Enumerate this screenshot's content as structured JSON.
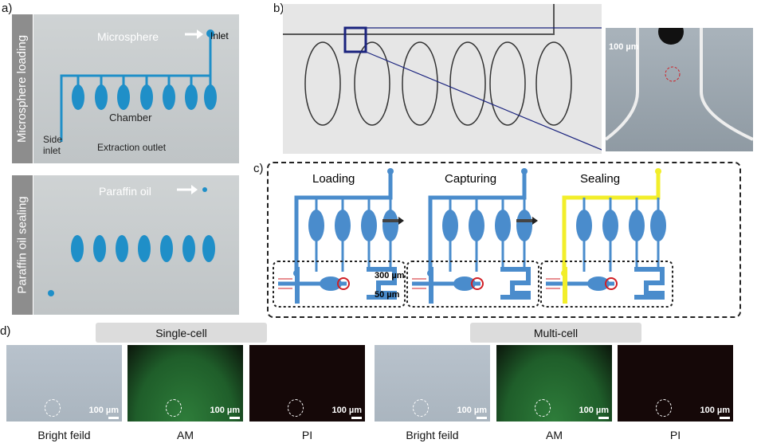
{
  "panel_a": {
    "label": "a)",
    "top": {
      "side_label": "Microsphere loading",
      "texts": {
        "microsphere": "Microsphere",
        "inlet": "Inlet",
        "chamber": "Chamber",
        "side_inlet": "Side\ninlet",
        "extraction_outlet": "Extraction outlet"
      }
    },
    "bottom": {
      "side_label": "Paraffin oil sealing",
      "texts": {
        "paraffin_oil": "Paraffin oil"
      }
    },
    "dye_color": "#1f8fc8"
  },
  "panel_b": {
    "label": "b)",
    "scale_bar": "100 µm"
  },
  "panel_c": {
    "label": "c)",
    "stages": [
      {
        "title": "Loading"
      },
      {
        "title": "Capturing"
      },
      {
        "title": "Sealing"
      }
    ],
    "dimensions": {
      "width": "300 µm",
      "gap": "50 µm"
    },
    "channel_color": "#4a8ccc",
    "oil_color": "#f2ee2a",
    "flow_color": "#d01f25"
  },
  "panel_d": {
    "label": "d)",
    "groups": [
      {
        "title": "Single-cell",
        "images": [
          {
            "caption": "Bright feild",
            "scale": "100 µm",
            "type": "bright"
          },
          {
            "caption": "AM",
            "scale": "100 µm",
            "type": "green"
          },
          {
            "caption": "PI",
            "scale": "100 µm",
            "type": "red"
          }
        ]
      },
      {
        "title": "Multi-cell",
        "images": [
          {
            "caption": "Bright feild",
            "scale": "100 µm",
            "type": "bright"
          },
          {
            "caption": "AM",
            "scale": "100 µm",
            "type": "green"
          },
          {
            "caption": "PI",
            "scale": "100 µm",
            "type": "red"
          }
        ]
      }
    ]
  }
}
